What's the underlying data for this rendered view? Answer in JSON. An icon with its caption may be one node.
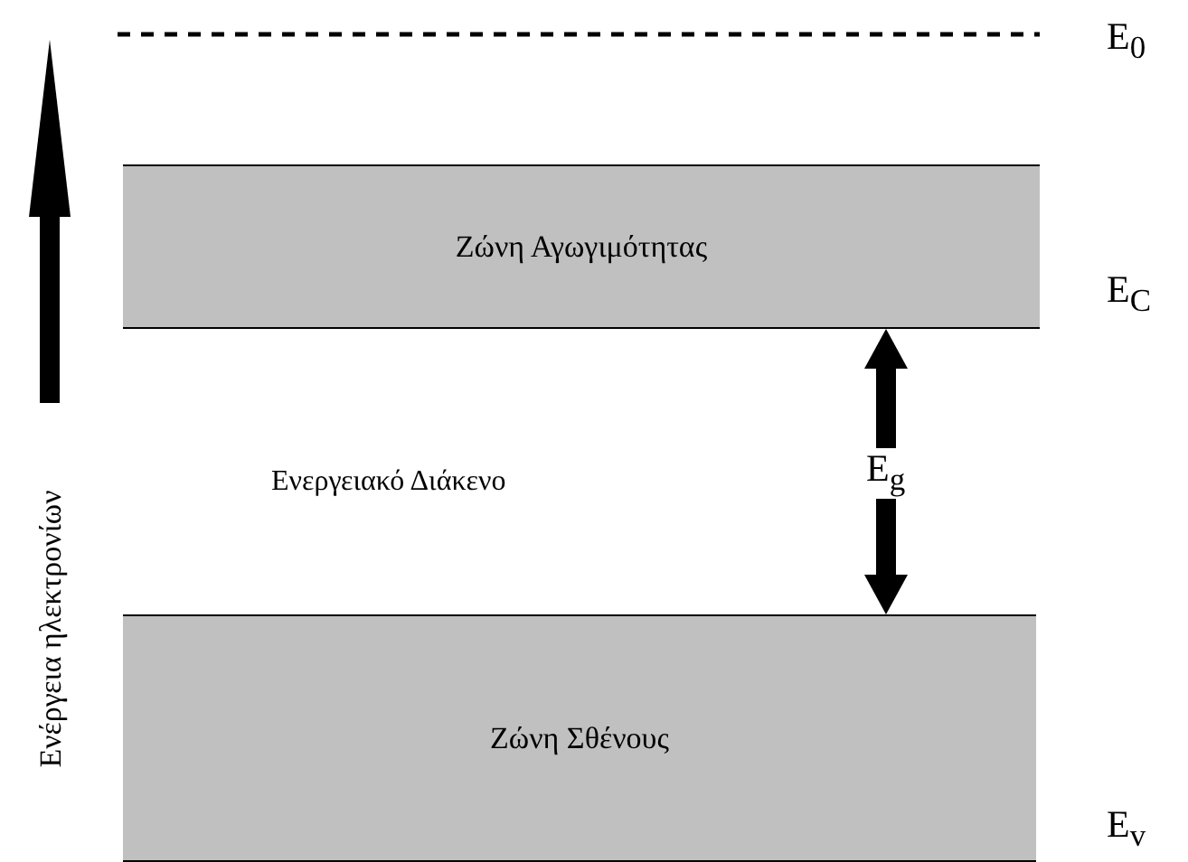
{
  "diagram": {
    "nodes": [
      {
        "text": [
          "Ζώνη Αγωγιμότητας"
        ]
      },
      {
        "text": [
          "Ζώνη Σθένους"
        ]
      }
    ],
    "edges": [
      {
        "from": 0,
        "to": 1,
        "arrow": "both",
        "label": "E$_{g}$"
      }
    ],
    "labels": [
      "E$_{0}$",
      "E$_{C}$",
      "Ενεργειακό Διάκενο",
      "Ενέργεια ηλεκτρονίων",
      "E$_{v}$"
    ]
  }
}
